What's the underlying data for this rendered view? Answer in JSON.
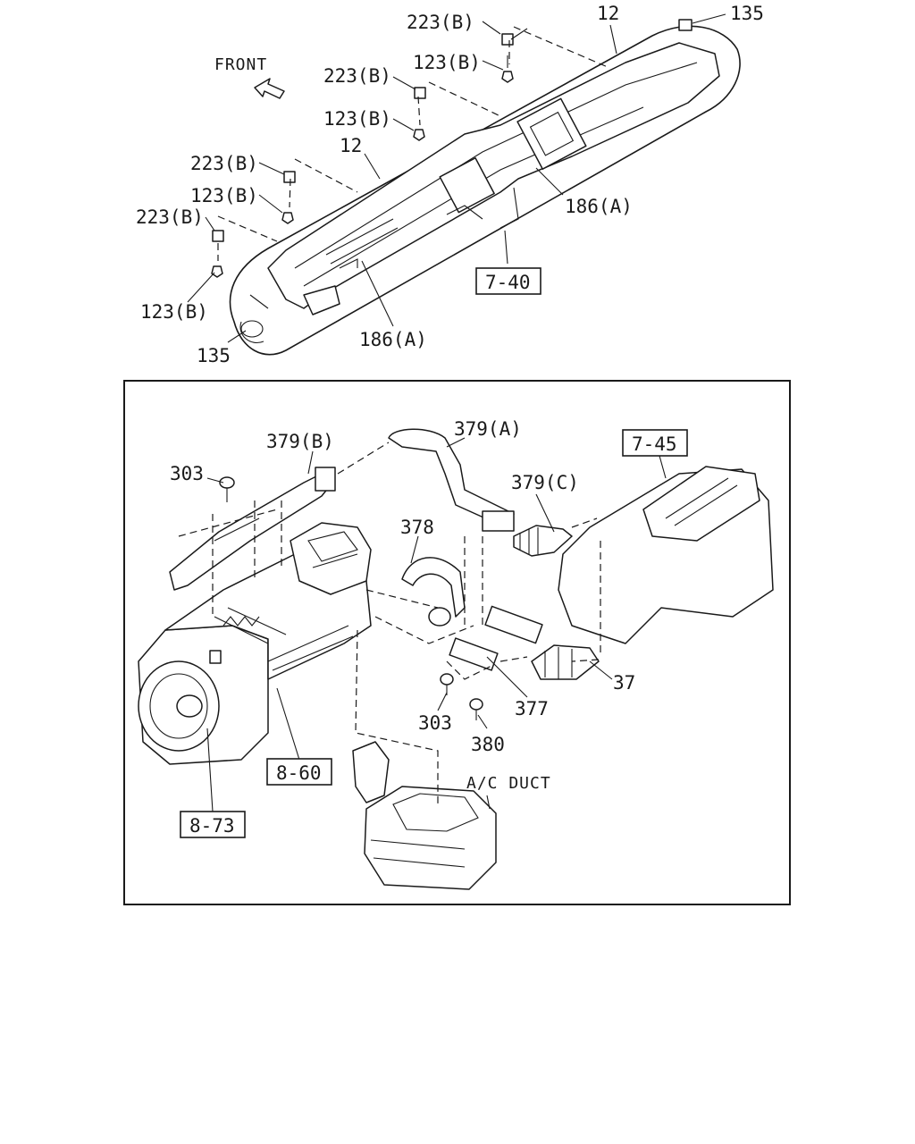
{
  "orientation_label": "FRONT",
  "upper_assembly": {
    "callouts": {
      "c223_a": "223(B)",
      "c123_a": "123(B)",
      "c223_b": "223(B)",
      "c123_b": "123(B)",
      "c12_a": "12",
      "c135_a": "135",
      "c12_b": "12",
      "c223_c": "223(B)",
      "c123_c": "123(B)",
      "c223_d": "223(B)",
      "c186_a": "186(A)",
      "c123_d": "123(B)",
      "c135_b": "135",
      "c186_b": "186(A)"
    },
    "ref_box": "7-40"
  },
  "lower_assembly": {
    "callouts": {
      "c379b": "379(B)",
      "c379a": "379(A)",
      "c303_a": "303",
      "c379c": "379(C)",
      "c378": "378",
      "c37": "37",
      "c303_b": "303",
      "c377": "377",
      "c380": "380",
      "ac_duct": "A/C DUCT"
    },
    "ref_boxes": {
      "r745": "7-45",
      "r860": "8-60",
      "r873": "8-73"
    }
  }
}
